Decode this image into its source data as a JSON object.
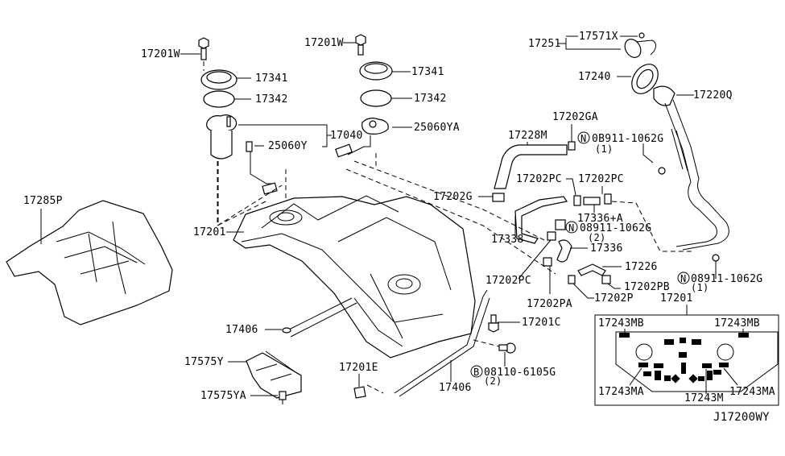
{
  "diagram": {
    "title": "Fuel Tank Assembly Parts Diagram",
    "code": "J17200WY",
    "labels": {
      "bolt_left": "17201W",
      "bolt_right": "17201W",
      "retainer_left": "17341",
      "retainer_right": "17341",
      "oring_left": "17342",
      "oring_right": "17342",
      "pump_assy": "17040",
      "sender_y": "25060Y",
      "sender_ya": "25060YA",
      "fuel_cap_set": "17251",
      "tether": "17571X",
      "filler_cap": "17240",
      "filler_tube": "17220Q",
      "clamp_ga": "17202GA",
      "hose_m": "17228M",
      "nut_top": "0B911-1062G",
      "nut_top_qty": "(1)",
      "clamp_pc1": "17202PC",
      "clamp_pc2": "17202PC",
      "clamp_g": "17202G",
      "hose_336a": "17336+A",
      "nut_mid": "08911-1062G",
      "nut_mid_qty": "(2)",
      "tube_338": "17338",
      "hose_336": "17336",
      "clamp_pc3": "17202PC",
      "hose_226": "17226",
      "clamp_pb": "17202PB",
      "clamp_pa": "17202PA",
      "clamp_p": "17202P",
      "nut_right": "08911-1062G",
      "nut_right_qty": "(1)",
      "tank_inset": "17201",
      "tank_main": "17201",
      "insulator": "17285P",
      "band_left": "17406",
      "band_right": "17406",
      "bolt_c": "17201C",
      "bolt_b": "08110-6105G",
      "bolt_b_qty": "(2)",
      "bracket_e": "17201E",
      "protector": "17575Y",
      "clip": "17575YA",
      "inset_mb_left": "17243MB",
      "inset_mb_right": "17243MB",
      "inset_ma_left": "17243MA",
      "inset_ma_right": "17243MA",
      "inset_m": "17243M"
    },
    "symbols": {
      "nut_marker": "N",
      "bolt_marker": "B"
    }
  }
}
